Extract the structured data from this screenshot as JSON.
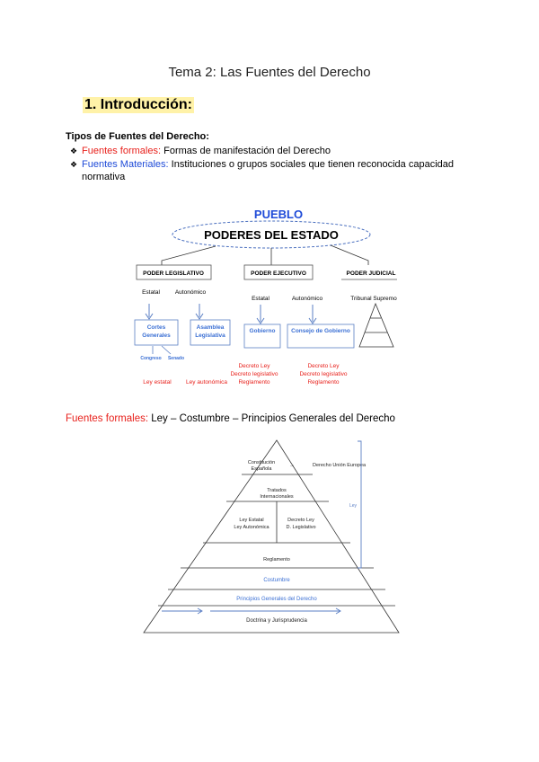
{
  "title": "Tema 2: Las Fuentes del Derecho",
  "section_heading": "1. Introducción:",
  "types_heading": "Tipos de Fuentes del Derecho:",
  "bullets": [
    {
      "term": "Fuentes formales:",
      "desc": "Formas de manifestación del Derecho"
    },
    {
      "term": "Fuentes Materiales:",
      "desc": "Instituciones o grupos sociales que tienen reconocida capacidad",
      "desc2": "normativa"
    }
  ],
  "diagram": {
    "pueblo": "PUEBLO",
    "poderes": "PODERES DEL ESTADO",
    "legislativo": {
      "title": "PODER LEGISLATIVO",
      "estatal": "Estatal",
      "autonomico": "Autonómico",
      "cortes": [
        "Cortes",
        "Generales"
      ],
      "asamblea": [
        "Asamblea",
        "Legislativa"
      ],
      "congreso": "Congreso",
      "senado": "Senado",
      "ley_estatal": "Ley estatal",
      "ley_autonomica": "Ley autonómica"
    },
    "ejecutivo": {
      "title": "PODER EJECUTIVO",
      "estatal": "Estatal",
      "autonomico": "Autonómico",
      "gobierno": "Gobierno",
      "consejo": "Consejo de Gobierno",
      "lista": [
        "Decreto Ley",
        "Decreto legislativo",
        "Reglamento"
      ]
    },
    "judicial": {
      "title": "PODER JUDICIAL",
      "tribunal": "Tribunal Supremo"
    }
  },
  "formal_line": {
    "term": "Fuentes formales:",
    "desc": "Ley – Costumbre – Principios Generales del Derecho"
  },
  "pyramid": {
    "constitucion": [
      "Constitución",
      "Española"
    ],
    "ue": "Derecho Unión Europea",
    "tratados": [
      "Tratados",
      "Internacionales"
    ],
    "ley": [
      "Ley Estatal",
      "Ley Autonómica"
    ],
    "decreto": [
      "Decreto Ley",
      "D. Legislativo"
    ],
    "reglamento": "Reglamento",
    "costumbre": "Costumbre",
    "principios": "Principios Generales del Derecho",
    "doctrina": "Doctrina y Jurisprudencia",
    "bracket_label": "Ley",
    "colors": {
      "blue": "#3a6fd4",
      "red": "#e8211c",
      "line": "#5b7fc4"
    }
  }
}
